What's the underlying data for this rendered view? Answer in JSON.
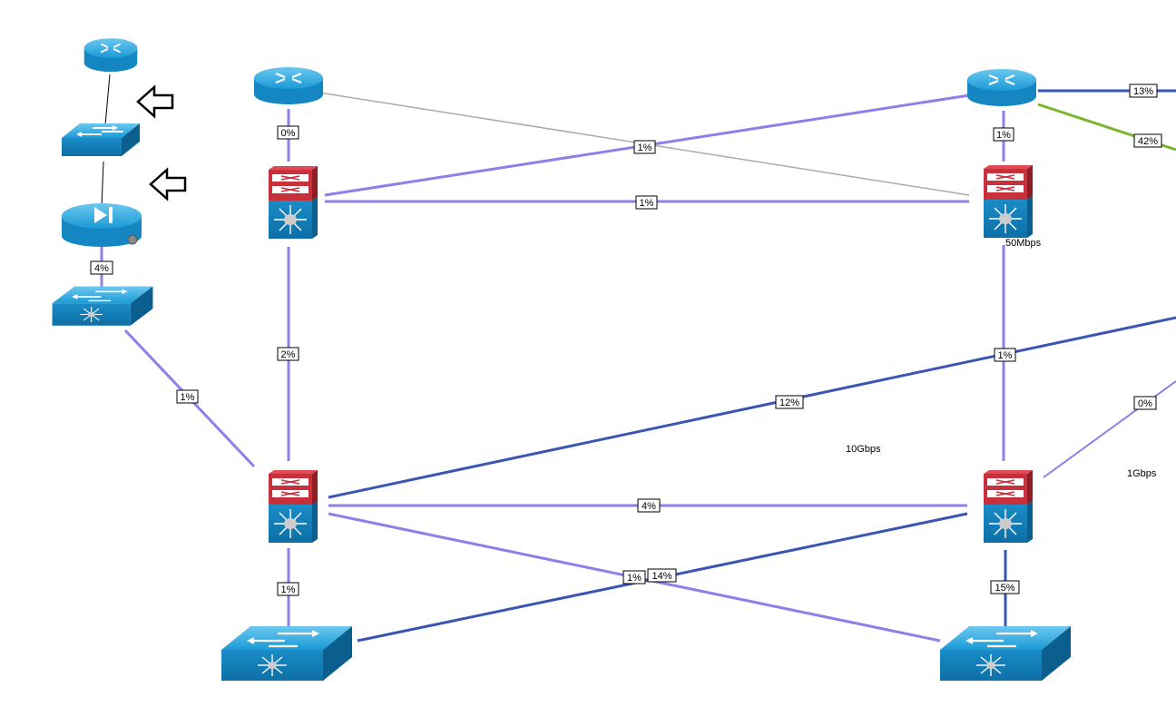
{
  "colors": {
    "link_light": "#8f7fe8",
    "link_dark": "#3a55b4",
    "link_green": "#7ab62e",
    "link_gray": "#aaaaaa",
    "device_blue": "#1a9ad6",
    "device_red": "#c8313c"
  },
  "links": {
    "core_r1_to_n1": "0%",
    "core_r2_to_n2": "1%",
    "r2_to_n1_cross": "1%",
    "n1_to_n2": "1%",
    "r2_right_top": "13%",
    "r2_right_green": "42%",
    "n1_to_n3": "2%",
    "n2_to_n4": "1%",
    "n3_to_right": "12%",
    "n4_to_right": "0%",
    "n3_to_n4": "4%",
    "n3_to_sw_right": "1%",
    "n4_to_sw_left": "14%",
    "n3_to_sw_left": "1%",
    "n4_to_sw_right": "15%",
    "left_fw_to_sw": "4%",
    "left_sw_to_n3": "1%"
  },
  "bandwidths": {
    "n2_bw": "50Mbps",
    "center_bw": "10Gbps",
    "right_bw": "1Gbps"
  },
  "icons": {
    "router": "router-icon",
    "switch": "switch-icon",
    "firewall": "firewall-icon",
    "nexus": "nexus-switch-icon",
    "arrow": "arrow-left-icon"
  }
}
